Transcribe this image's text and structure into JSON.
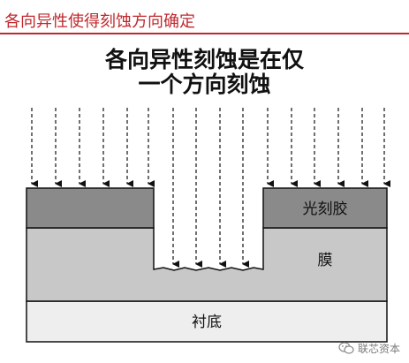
{
  "header": {
    "title": "各向异性使得刻蚀方向确定"
  },
  "diagram": {
    "title_line1": "各向异性刻蚀是在仅",
    "title_line2": "一个方向刻蚀",
    "layers": {
      "photoresist_label": "光刻胶",
      "film_label": "膜",
      "substrate_label": "衬底"
    }
  },
  "watermark": {
    "text": "联芯资本"
  },
  "colors": {
    "accent": "#c0282d",
    "photoresist": "#8a8a8a",
    "film": "#c8c8c8",
    "substrate": "#eeeeee"
  }
}
